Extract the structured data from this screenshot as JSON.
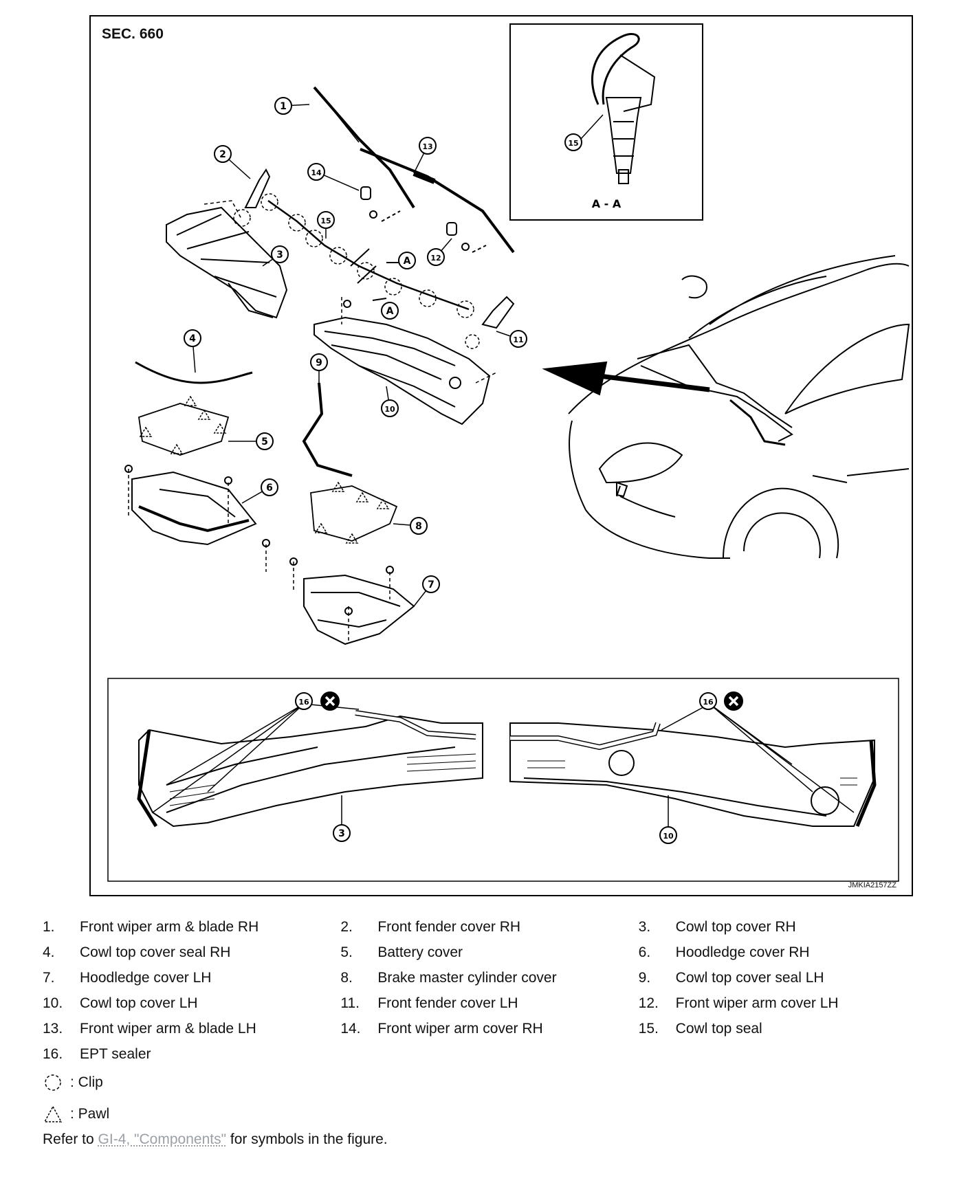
{
  "figure": {
    "section_title": "SEC. 660",
    "figure_id": "JMKIA2157ZZ",
    "callouts": [
      "1",
      "2",
      "3",
      "4",
      "5",
      "6",
      "7",
      "8",
      "9",
      "10",
      "11",
      "12",
      "13",
      "14",
      "15",
      "16"
    ],
    "section_label": "A",
    "section_view_label": "A - A"
  },
  "legend": [
    {
      "num": "1.",
      "text": "Front wiper arm & blade RH"
    },
    {
      "num": "2.",
      "text": "Front fender cover RH"
    },
    {
      "num": "3.",
      "text": "Cowl top cover RH"
    },
    {
      "num": "4.",
      "text": "Cowl top cover seal RH"
    },
    {
      "num": "5.",
      "text": "Battery cover"
    },
    {
      "num": "6.",
      "text": "Hoodledge cover RH"
    },
    {
      "num": "7.",
      "text": "Hoodledge cover LH"
    },
    {
      "num": "8.",
      "text": "Brake master cylinder cover"
    },
    {
      "num": "9.",
      "text": "Cowl top cover seal LH"
    },
    {
      "num": "10.",
      "text": "Cowl top cover LH"
    },
    {
      "num": "11.",
      "text": "Front fender cover LH"
    },
    {
      "num": "12.",
      "text": "Front wiper arm cover LH"
    },
    {
      "num": "13.",
      "text": "Front wiper arm & blade LH"
    },
    {
      "num": "14.",
      "text": "Front wiper arm cover RH"
    },
    {
      "num": "15.",
      "text": "Cowl top seal"
    },
    {
      "num": "16.",
      "text": "EPT sealer"
    }
  ],
  "symbols": [
    {
      "icon": "clip-symbol-icon",
      "text": ": Clip"
    },
    {
      "icon": "pawl-symbol-icon",
      "text": ": Pawl"
    }
  ],
  "reference": {
    "prefix": "Refer to ",
    "link_text": "GI-4, \"Components\"",
    "suffix": " for symbols in the figure."
  }
}
